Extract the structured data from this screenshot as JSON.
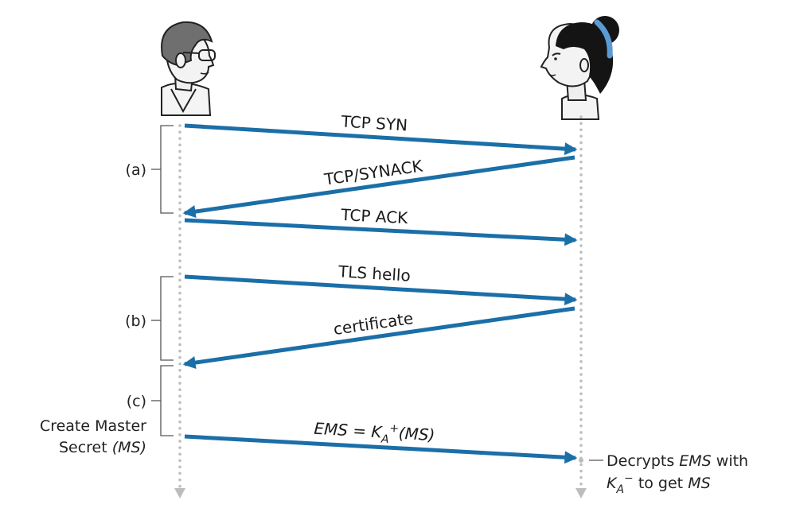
{
  "colors": {
    "arrow": "#1b6fa8",
    "lifeline": "#bdbdbd",
    "bracket": "#555555",
    "text": "#222222",
    "headband": "#5b9bd5"
  },
  "actors": {
    "left": {
      "icon": "man-with-glasses-icon"
    },
    "right": {
      "icon": "woman-with-headband-icon"
    }
  },
  "messages": {
    "tcp_syn": "TCP SYN",
    "tcp_synack": "TCP/SYNACK",
    "tcp_ack": "TCP ACK",
    "tls_hello": "TLS hello",
    "certificate": "certificate",
    "ems": {
      "prefix": "EMS = K",
      "sub": "A",
      "sup": "+",
      "suffix": "(MS)"
    }
  },
  "phases": {
    "a": "(a)",
    "b": "(b)",
    "c": "(c)"
  },
  "left_note": {
    "line1": "Create Master",
    "line2_plain": "Secret ",
    "line2_italic": "(MS)"
  },
  "right_note": {
    "line1_plain": "Decrypts ",
    "line1_italic": "EMS",
    "line1_suffix": " with",
    "line2_k": "K",
    "line2_sub": "A",
    "line2_sup": "−",
    "line2_plain": " to get ",
    "line2_italic": "MS"
  }
}
